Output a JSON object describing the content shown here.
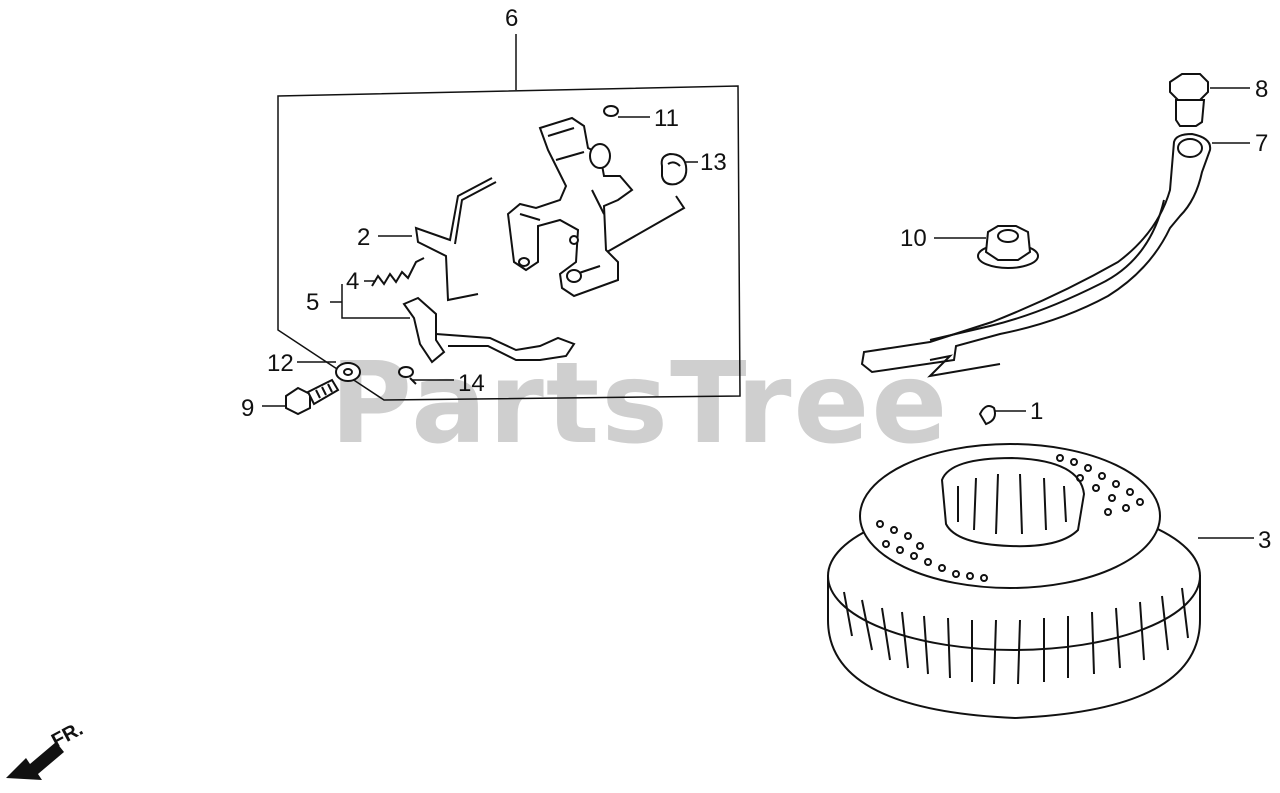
{
  "diagram": {
    "callouts": {
      "c1": "1",
      "c2": "2",
      "c3": "3",
      "c4": "4",
      "c5": "5",
      "c6": "6",
      "c7": "7",
      "c8": "8",
      "c9": "9",
      "c10": "10",
      "c11": "11",
      "c12": "12",
      "c13": "13",
      "c14": "14"
    },
    "watermark": "PartsTree",
    "direction_label": "FR."
  }
}
